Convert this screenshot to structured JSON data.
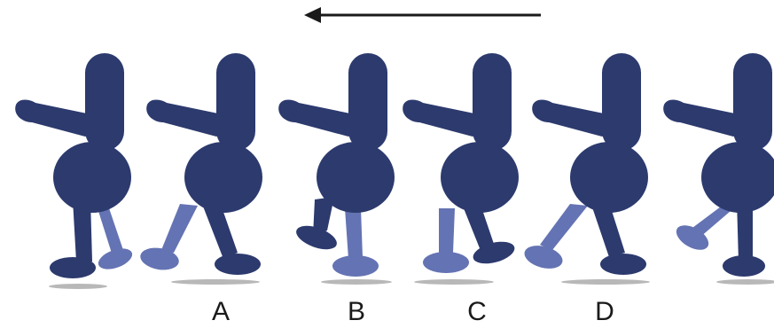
{
  "diagram": {
    "direction_arrow": "arrow-left-icon",
    "frames": [
      {
        "label": ""
      },
      {
        "label": "A"
      },
      {
        "label": "B"
      },
      {
        "label": "C"
      },
      {
        "label": "D"
      },
      {
        "label": ""
      }
    ],
    "colors": {
      "body": "#2c3a6e",
      "back_leg": "#6473b3",
      "shadow": "#b8b8b8",
      "arrow": "#1a1a1a"
    }
  }
}
